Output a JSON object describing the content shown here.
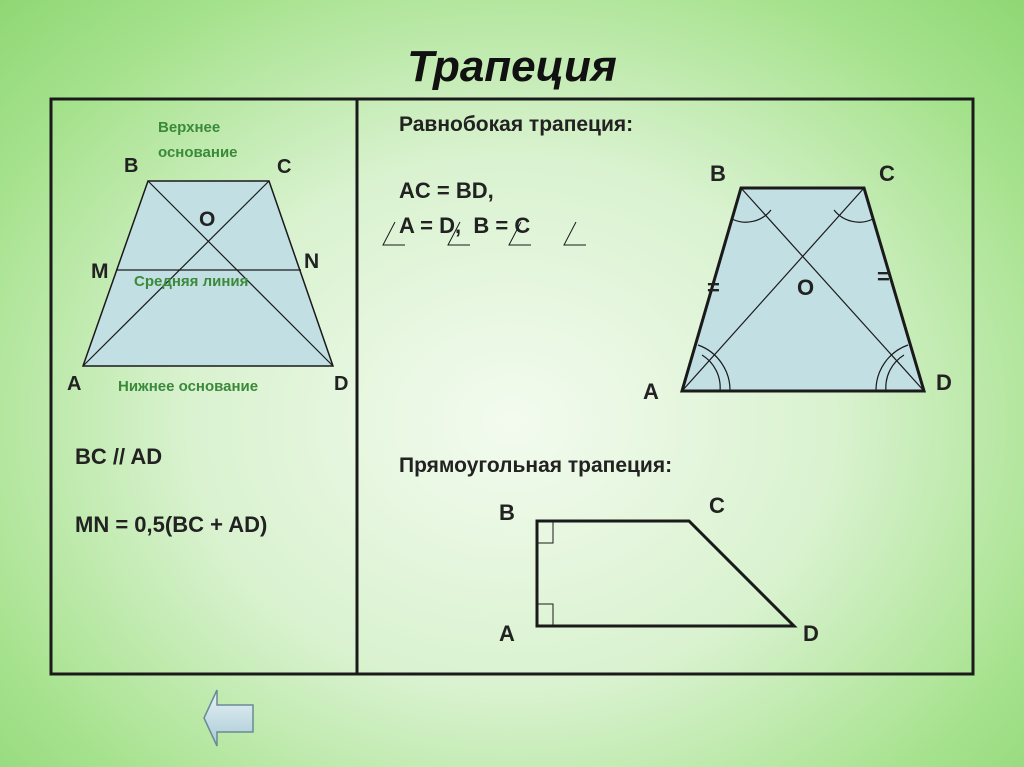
{
  "title": "Трапеция",
  "left": {
    "vertices": {
      "B": "B",
      "C": "C",
      "O": "O",
      "M": "M",
      "N": "N",
      "A": "A",
      "D": "D"
    },
    "top_base_line1": "Верхнее",
    "top_base_line2": "основание",
    "midline": "Средняя линия",
    "bottom_base": "Нижнее основание",
    "formula1": "BC // AD",
    "formula2": "MN = 0,5(BC + AD)"
  },
  "right": {
    "iso_title": "Равнобокая трапеция:",
    "iso_eq1": "AC = BD,",
    "iso_eq2": "A = D,  B = C",
    "iso_vertices": {
      "B": "B",
      "C": "C",
      "O": "O",
      "A": "A",
      "D": "D"
    },
    "equal_mark": "=",
    "right_title": "Прямоугольная трапеция:",
    "right_vertices": {
      "B": "B",
      "C": "C",
      "A": "A",
      "D": "D"
    }
  },
  "nav": {
    "back_icon": "back-arrow-icon"
  },
  "colors": {
    "fill": "#c2dfe3",
    "frame": "#1a1a1a",
    "green_label": "#3a8a3a"
  }
}
